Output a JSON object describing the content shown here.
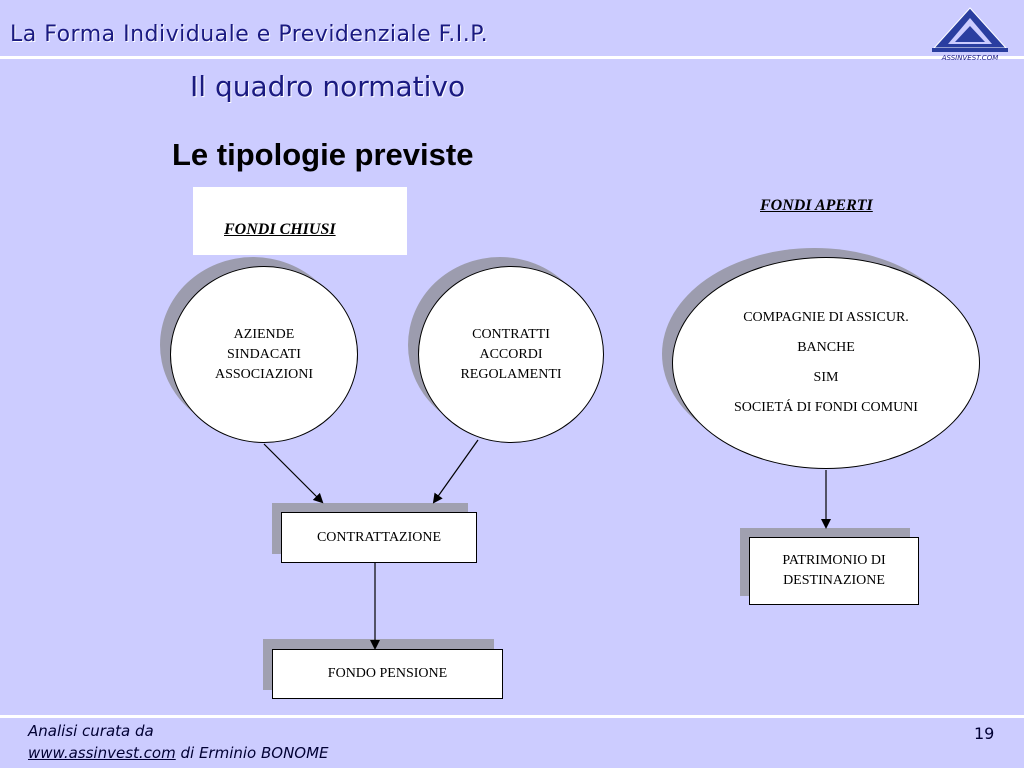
{
  "header": {
    "title": "La Forma  Individuale e Previdenziale  F.I.P.",
    "subtitle": "Il quadro normativo",
    "logo_text": "ASSINVEST.COM"
  },
  "section_heading": "Le tipologie previste",
  "diagram": {
    "closed_funds_label": "FONDI CHIUSI",
    "open_funds_label": "FONDI APERTI",
    "ellipse_companies": [
      "AZIENDE",
      "SINDACATI",
      "ASSOCIAZIONI"
    ],
    "ellipse_contracts": [
      "CONTRATTI",
      "ACCORDI",
      "REGOLAMENTI"
    ],
    "ellipse_open": [
      "COMPAGNIE DI ASSICUR.",
      "BANCHE",
      "SIM",
      "SOCIETÁ DI FONDI COMUNI"
    ],
    "box_negotiation": "CONTRATTAZIONE",
    "box_pension_fund": "FONDO PENSIONE",
    "box_patrimony": [
      "PATRIMONIO DI",
      "DESTINAZIONE"
    ]
  },
  "footer": {
    "line1": "Analisi  curata da",
    "link": "www.assinvest.com",
    "author": " di Erminio BONOME",
    "page_number": "19"
  },
  "colors": {
    "background": "#ccccff",
    "title_text": "#1a1a80",
    "shadow": "#9c9cae"
  }
}
